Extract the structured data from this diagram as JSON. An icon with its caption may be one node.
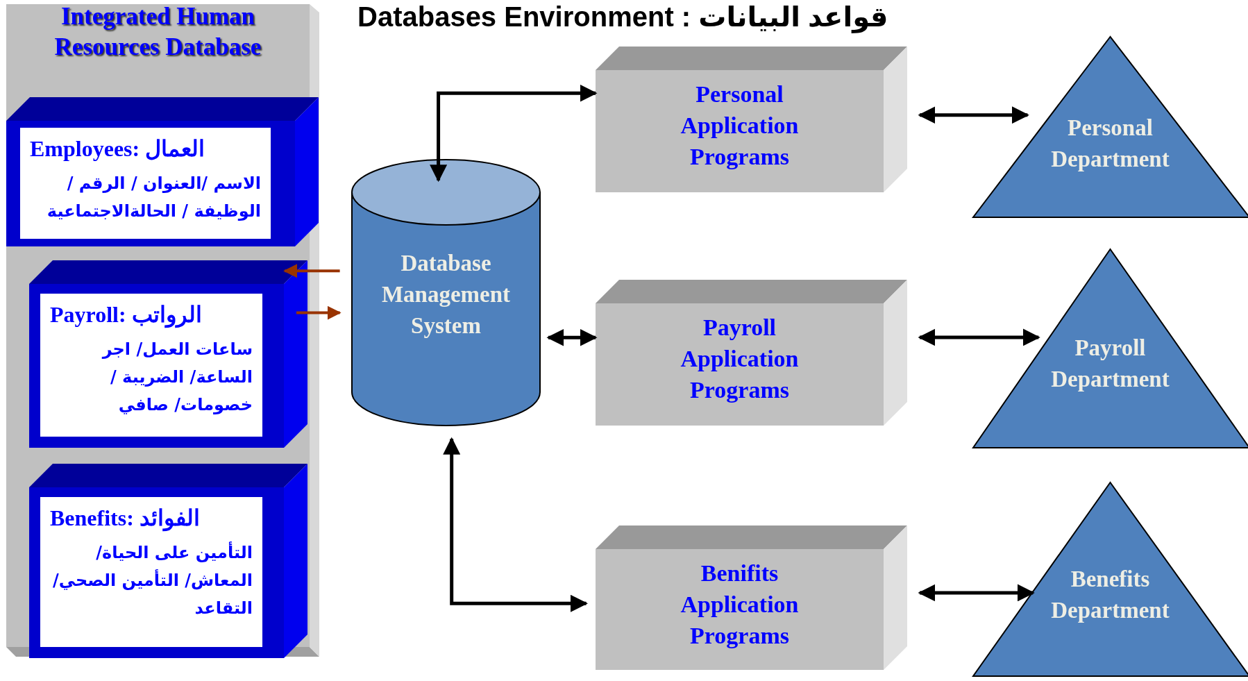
{
  "diagram": {
    "title": "Databases Environment : قواعد البيانات",
    "nodes": [
      {
        "text": [
          "Integrated Human Resources Database"
        ]
      },
      {
        "text": [
          "Employees: العمال",
          "الاسم /العنوان / الرقم / الوظيفة / الحالةالاجتماعية"
        ],
        "in": 0
      },
      {
        "text": [
          "Payroll: الرواتب",
          "ساعات العمل/ اجر الساعة/ الضريبة / خصومات/ صافي"
        ],
        "in": 0
      },
      {
        "text": [
          "Benefits: الفوائد",
          "التأمين على الحياة/ المعاش/ التأمين الصحي/ التقاعد"
        ],
        "in": 0
      },
      {
        "text": [
          "Database Management System"
        ]
      },
      {
        "text": [
          "Personal Application Programs"
        ]
      },
      {
        "text": [
          "Payroll Application Programs"
        ]
      },
      {
        "text": [
          "Benifits Application Programs"
        ]
      },
      {
        "text": [
          "Personal Department"
        ]
      },
      {
        "text": [
          "Payroll Department"
        ]
      },
      {
        "text": [
          "Benefits Department"
        ]
      }
    ],
    "edges": [
      {
        "from": 4,
        "to": 5,
        "arrow": "both"
      },
      {
        "from": 4,
        "to": 6,
        "arrow": "both"
      },
      {
        "from": 4,
        "to": 7,
        "arrow": "both"
      },
      {
        "from": 5,
        "to": 8,
        "arrow": "both"
      },
      {
        "from": 6,
        "to": 9,
        "arrow": "both"
      },
      {
        "from": 7,
        "to": 10,
        "arrow": "both"
      },
      {
        "from": 4,
        "to": 2,
        "arrow": "to",
        "color": "#993300"
      },
      {
        "from": 2,
        "to": 4,
        "arrow": "to",
        "color": "#993300"
      }
    ]
  }
}
